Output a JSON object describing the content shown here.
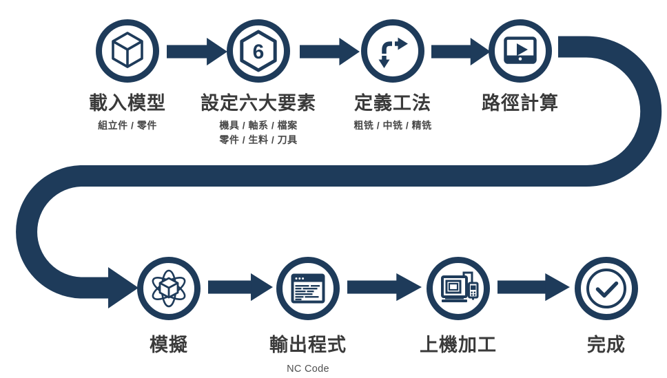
{
  "diagram": {
    "type": "process-flow",
    "colors": {
      "navy": "#1e3b5a",
      "title_text": "#3a3a3a",
      "subtitle_text": "#474747",
      "background": "#ffffff"
    },
    "steps": [
      {
        "title": "載入模型",
        "subtitle": "組立件 / 零件",
        "icon": "cube-icon"
      },
      {
        "title": "設定六大要素",
        "subtitle": "機具 / 軸系 / 檔案",
        "subtitle2": "零件 / 生料 / 刀具",
        "badge": "6",
        "icon": "hexagon-6-icon"
      },
      {
        "title": "定義工法",
        "subtitle": "粗铣 / 中铣 / 精铣",
        "icon": "branch-arrows-icon"
      },
      {
        "title": "路徑計算",
        "icon": "player-screen-icon"
      },
      {
        "title": "模擬",
        "icon": "atom-cube-icon"
      },
      {
        "title": "輸出程式",
        "subtitle": "NC Code",
        "icon": "code-window-icon"
      },
      {
        "title": "上機加工",
        "icon": "cnc-machine-icon"
      },
      {
        "title": "完成",
        "icon": "check-circle-icon"
      }
    ]
  }
}
